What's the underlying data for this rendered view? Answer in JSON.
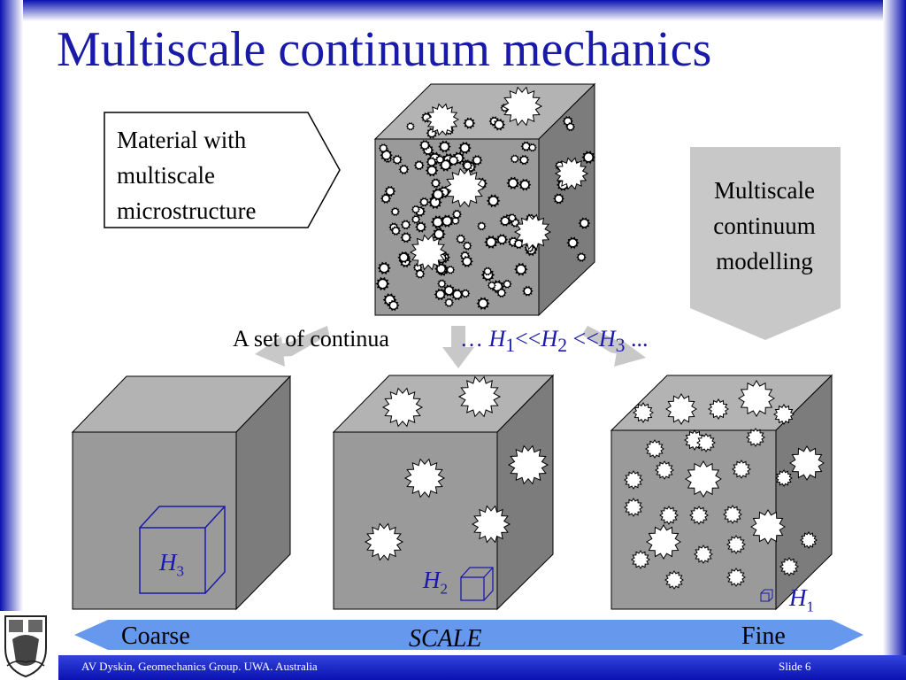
{
  "slide": {
    "title": "Multiscale continuum mechanics",
    "callout_lines": [
      "Material with",
      "multiscale",
      "microstructure"
    ],
    "modelling_lines": [
      "Multiscale",
      "continuum",
      "modelling"
    ],
    "set_label": "A set of continua",
    "scale_chain": {
      "prefix": "… ",
      "h1": "H",
      "s1": "1",
      "op1": "<<",
      "h2": "H",
      "s2": "2",
      "op2": " <<",
      "h3": "H",
      "s3": "3",
      "suffix": " ..."
    },
    "cube_labels": {
      "coarse": {
        "h": "H",
        "sub": "3"
      },
      "medium": {
        "h": "H",
        "sub": "2"
      },
      "fine": {
        "h": "H",
        "sub": "1"
      }
    },
    "scale_bar": {
      "left": "Coarse",
      "center": "SCALE",
      "right": "Fine"
    },
    "footer": {
      "left": "AV Dyskin, Geomechanics Group. UWA. Australia",
      "right": "Slide 6"
    }
  },
  "colors": {
    "frame_blue": "#2233cc",
    "title_blue": "#1a1aa8",
    "cube_front": "#9a9a9a",
    "cube_top": "#b3b3b3",
    "cube_side": "#7c7c7c",
    "scale_bar": "#6699ee",
    "model_arrow": "#c8c8c8"
  },
  "icons": [
    "university-crest-icon"
  ]
}
